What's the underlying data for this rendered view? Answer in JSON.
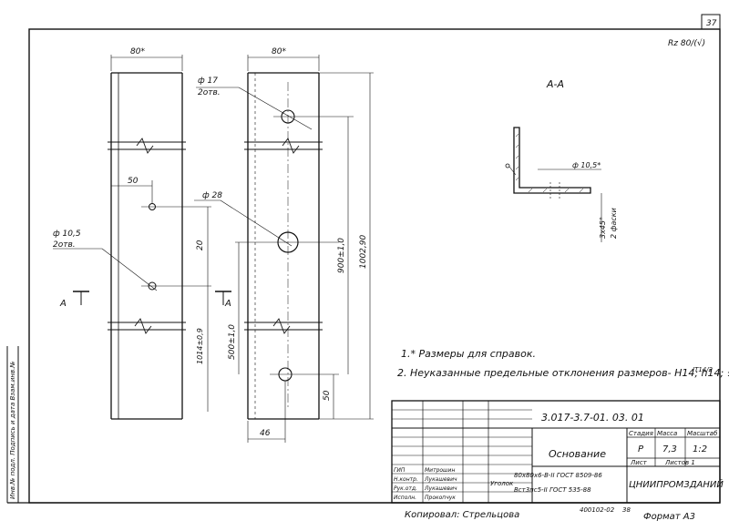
{
  "sheet": {
    "page_number": "37",
    "roughness": "Rz 80/(√)",
    "side_stamp": "Инв.№ подл. Подпись и дата Взам.инв.№"
  },
  "views": {
    "left": {
      "width_dim": "80*",
      "hole_callout_1": "ф 10,5",
      "hole_callout_2": "2отв.",
      "dim_50": "50",
      "dim_20": "20",
      "dim_vertical": "1014±0,9",
      "section_mark": "А"
    },
    "right": {
      "width_dim": "80*",
      "hole_top_1": "ф 17",
      "hole_top_2": "2отв.",
      "hole_mid": "ф 28",
      "dim_900": "900±1,0",
      "dim_1002": "1002,90",
      "dim_500": "500±1,0",
      "dim_50": "50",
      "dim_46": "46",
      "section_mark": "А"
    },
    "section": {
      "title": "А-А",
      "hole": "ф 10,5*",
      "chamfer_1": "3х45°",
      "chamfer_2": "2 фаски"
    }
  },
  "notes": {
    "note_1": "1.* Размеры для справок.",
    "note_2": "2. Неуказанные предельные отклонения размеров- Н14; h14; ±",
    "note_2_frac": "IT14/2"
  },
  "title_block": {
    "doc_code": "3.017-3.7-01. 03. 01",
    "name": "Основание",
    "col_stage": "Стадия",
    "col_mass": "Масса",
    "col_scale": "Масштаб",
    "stage": "Р",
    "mass": "7,3",
    "scale": "1:2",
    "sheet_label": "Лист",
    "sheets_label": "Листов 1",
    "org": "ЦНИИПРОМЗДАНИЙ",
    "material_label": "Уголок",
    "material_1": "80х80х6-В-II ГОСТ 8509-86",
    "material_2": "Вст3пс5-II ГОСТ 535-88",
    "roles": [
      "ГИП",
      "Н.контр.",
      "Рук.отд.",
      "Исполн."
    ],
    "names": [
      "Митрошин",
      "Лукашевич",
      "Лукашевич",
      "Прокопчук"
    ]
  },
  "footer": {
    "copied": "Копировал: Стрельцова",
    "inv": "400102-02",
    "inv_suffix": "38",
    "format": "Формат А3"
  }
}
